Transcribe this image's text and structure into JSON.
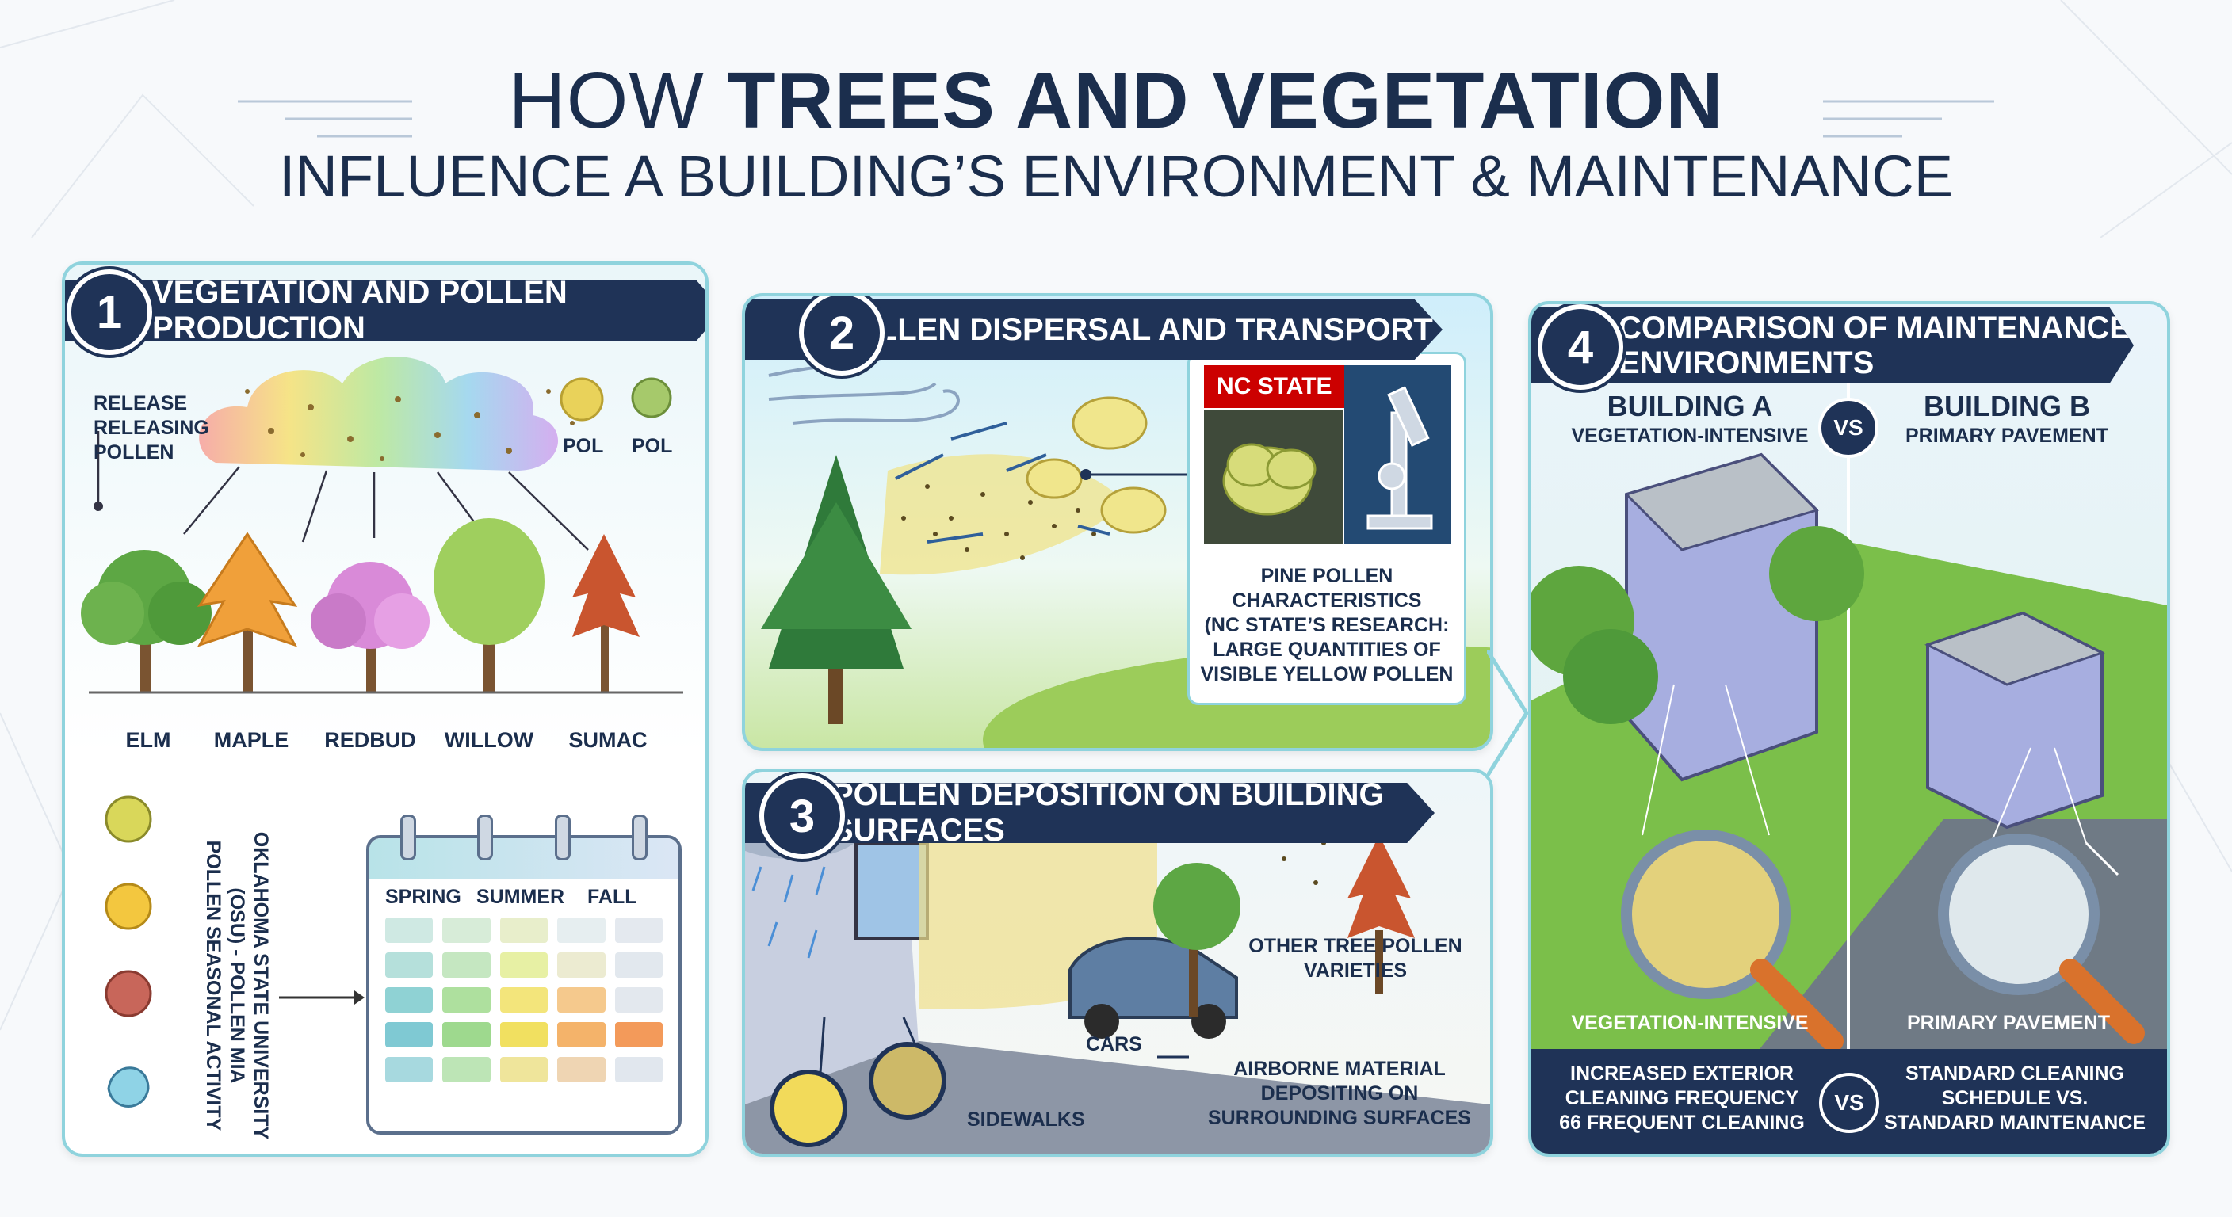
{
  "header": {
    "title_pre": "HOW ",
    "title_bold": "TREES AND VEGETATION",
    "subtitle": "INFLUENCE A BUILDING’S ENVIRONMENT & MAINTENANCE"
  },
  "panel1": {
    "number": "1",
    "heading": "VEGETATION AND POLLEN PRODUCTION",
    "release_label": "RELEASE\nRELEASING\nPOLLEN",
    "pol_labels": [
      "POL",
      "POL"
    ],
    "trees": [
      "ELM",
      "MAPLE",
      "REDBUD",
      "WILLOW",
      "SUMAC"
    ],
    "vertical_text": "OKLAHOMA STATE UNIVERSITY\n(OSU) - POLLEN MIA\nPOLLEN SEASONAL ACTIVITY",
    "calendar": {
      "seasons": [
        "SPRING",
        "SUMMER",
        "FALL"
      ],
      "cell_colors": [
        [
          "#cfe9e3",
          "#d7ecd8",
          "#e8eecb",
          "#e6eef0",
          "#e4e9ef"
        ],
        [
          "#b5e0db",
          "#c5e7c1",
          "#e7f0a4",
          "#ecebd1",
          "#e2e8ee"
        ],
        [
          "#8fd2d4",
          "#aee09e",
          "#f3e57b",
          "#f5c98d",
          "#e3e8ee"
        ],
        [
          "#7fc9d3",
          "#9ed98e",
          "#f1e060",
          "#f4b36a",
          "#f39a5a"
        ],
        [
          "#a7d9df",
          "#bde5b6",
          "#efe59b",
          "#efd5b3",
          "#e1e7ee"
        ]
      ]
    }
  },
  "panel2": {
    "number": "2",
    "heading": "POLLEN DISPERSAL AND TRANSPORT",
    "badge": "NC STATE",
    "callout": "PINE POLLEN\nCHARACTERISTICS\n(NC STATE’S RESEARCH:\nLARGE QUANTITIES OF\nVISIBLE YELLOW POLLEN"
  },
  "panel3": {
    "number": "3",
    "heading": "POLLEN DEPOSITION ON BUILDING SURFACES",
    "other_trees": "OTHER TREE POLLEN\nVARIETIES",
    "cars": "CARS",
    "sidewalks": "SIDEWALKS",
    "airborne": "AIRBORNE MATERIAL\nDEPOSITING ON\nSURROUNDING SURFACES"
  },
  "panel4": {
    "number": "4",
    "heading": "COMPARISON OF MAINTENANCE\nENVIRONMENTS",
    "building_a_title": "BUILDING A",
    "building_a_sub": "VEGETATION-INTENSIVE",
    "building_b_title": "BUILDING B",
    "building_b_sub": "PRIMARY PAVEMENT",
    "vs": "VS",
    "caption_a": "VEGETATION-INTENSIVE",
    "caption_b": "PRIMARY PAVEMENT",
    "footer_a": "INCREASED EXTERIOR\nCLEANING FREQUENCY\n66 FREQUENT CLEANING",
    "footer_b": "STANDARD CLEANING\nSCHEDULE VS.\nSTANDARD MAINTENANCE"
  },
  "colors": {
    "navy": "#1f3357",
    "teal_border": "#8fd3dd",
    "pollen_yellow": "#e9d25a",
    "nc_red": "#cc0000"
  }
}
